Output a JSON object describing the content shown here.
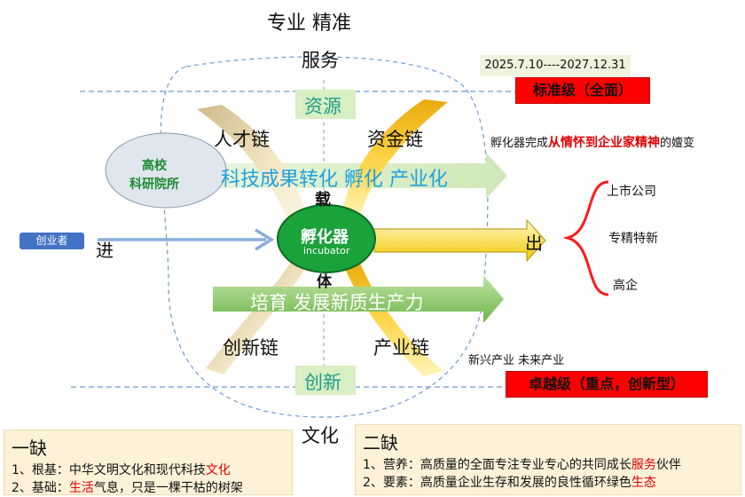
{
  "top": {
    "title": "专业  精准",
    "service": "服务"
  },
  "bottom": {
    "culture": "文化"
  },
  "period": "2025.7.10----2027.12.31",
  "levels": {
    "standard": "标准级（全面）",
    "excellent": "卓越级（重点，创新型）"
  },
  "bands": {
    "resources": "资源",
    "innovation": "创新"
  },
  "chains": {
    "talent": "人才链",
    "capital": "资金链",
    "innovation": "创新链",
    "industry": "产业链"
  },
  "flows": {
    "tech_transfer": "科技成果转化  孵化 产业化",
    "cultivate": "培育 发展新质生产力"
  },
  "hub": {
    "name": "孵化器",
    "sub": "incubator",
    "carrier_top": "载",
    "carrier_bottom": "体"
  },
  "university": {
    "line1": "高校",
    "line2": "科研院所"
  },
  "entrepreneur": {
    "label": "创业者",
    "in": "进"
  },
  "exit": {
    "label": "出"
  },
  "outcomes": [
    "上市公司",
    "专精特新",
    "高企"
  ],
  "transform": {
    "prefix": "孵化器完成",
    "highlight": "从情怀到企业家精神",
    "suffix": "的嬗变"
  },
  "emerging": "新兴产业 未来产业",
  "lack1": {
    "title": "一缺",
    "line1_text": "1、根基：中华文明文化和现代科技",
    "line1_red": "文化",
    "line2_a": "2、基础：",
    "line2_red": "生活",
    "line2_b": "气息，只是一棵干枯的树架"
  },
  "lack2": {
    "title": "二缺",
    "line1_text": "1、营养：高质量的全面专注专业专心的共同成长",
    "line1_red": "服务",
    "line1_suffix": "伙伴",
    "line2_text": "2、要素：高质量企业生存和发展的良性循环绿色",
    "line2_red": "生态"
  },
  "colors": {
    "hub_green": "#1aa33b",
    "flow_green": "#8cc56a",
    "flow_blue_text": "#1da1e0",
    "level_red": "#ff0000",
    "chain_tan": "#d9c08a"
  }
}
